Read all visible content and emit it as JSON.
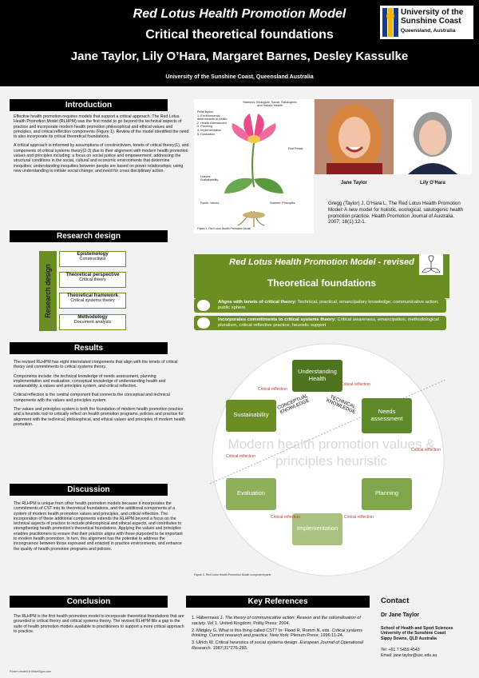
{
  "header": {
    "title": "Red Lotus Health Promotion Model",
    "subtitle": "Critical theoretical foundations",
    "authors": "Jane Taylor, Lily O’Hara, Margaret Barnes, Desley Kassulke",
    "institution": "University of the Sunshine Coast, Queensland Australia",
    "logo_line1": "University of the",
    "logo_line2": "Sunshine Coast",
    "logo_line3": "Queensland, Australia"
  },
  "intro": {
    "heading": "Introduction",
    "p1": "Effective health promotion requires models that support a critical approach. The Red Lotus Health Promotion Model (RLHPM) was the first model to go beyond the technical aspects of practice and incorporate modern health promotion philosophical and ethical values and principles, and critical reflection components (Figure 1). Review of the model identified the need to also incorporate its critical theoretical foundations.",
    "p2": "A critical approach is informed by assumptions of constructivism, tenets of critical theory(1), and components of critical systems theory(2-3) due to their alignment with modern health promotion values and principles including: a focus on social justice and empowerment; addressing the structural conditions in the social, cultural and economic environments that determine inequities; understanding inequities between people are based on power relationships; using new understanding to initiate social change; and need for cross disciplinary action."
  },
  "lotus_labels": [
    "Petal layers",
    "1. Environmental determinants of health",
    "2. Health Assessment",
    "3. Planning",
    "4. Implementation",
    "5. Evaluation",
    "Stamen: Principles",
    "Leaves: Sustainability",
    "Roots: Values",
    "Red Petals",
    "Stamen: Principles",
    "Figure 1. Red Lotus Health Promotion Model"
  ],
  "lotus_top": "Stamens: Biological, Social, Salutogenic and Holistic Health",
  "photos": {
    "p1": "Jane Taylor",
    "p2": "Lily O’Hara"
  },
  "citation": "Gregg (Taylor) J, O'Hara L. The Red Lotus Health Promotion Model: A new model for holistic, ecological, salutogenic health promotion practice. Health Promotion Journal of Australia. 2007; 18(1):12-1.",
  "research": {
    "heading": "Research design",
    "side": "Research design",
    "items": [
      {
        "t": "Epistemology",
        "s": "Constructivist"
      },
      {
        "t": "Theoretical perspective",
        "s": "Critical theory"
      },
      {
        "t": "Theoretical framework",
        "s": "Critical systems theory"
      },
      {
        "t": "Methodology",
        "s": "Document analysis"
      }
    ]
  },
  "results": {
    "heading": "Results",
    "p1": "The revised RLHPM has eight interrelated components that align with the tenets of critical theory and commitments to critical systems theory.",
    "p2": "Components include: the technical knowledge of needs assessment, planning implementation and evaluation; conceptual knowledge of understanding health and sustainability; a values and principles system, and critical reflection.",
    "p3": "Critical reflection is the central component that connects the conceptual and technical components with the values and principles system.",
    "p4": "The values and principles system is both the foundation of modern health promotion practice and a heuristic tool to critically reflect on health promotion programs, policies and practice for alignment with the technical, philosophical, and ethical values and principles of modern health promotion."
  },
  "discussion": {
    "heading": "Discussion",
    "p1": "The RLHPM is unique from other health promotion models because it incorporates the commitments of CST into its theoretical foundations, and the additional components of a system of modern health promotion values and principles, and critical reflection. The incorporation of these additional components extends the RLHPM beyond a focus on the technical aspects of practice to include philosophical and ethical aspects, and contributes to strengthening health promotion's theoretical foundations. Applying the values and principles enables practitioners to ensure that their practice aligns with those purported to be important to modern health promotion. In turn, this alignment has the potential to address the incongruence between those espoused and enacted in practice environments, and enhance the quality of health promotion programs and policies."
  },
  "conclusion": {
    "heading": "Conclusion",
    "p1": "The RLHPM is the first health promotion model to incorporate theoretical foundations that are grounded in critical theory and critical systems theory. The revised RLHPM fills a gap in the suite of health promotion models available to practitioners to support a more critical approach to practice."
  },
  "revised": {
    "title": "Red Lotus Health Promotion Model - revised",
    "subtitle": "Theoretical foundations",
    "pill1_bold": "Aligns with tenets of critical theory:",
    "pill1_rest": " Technical, practical, emancipatory knowledge; communicative action; public sphere",
    "pill2_bold": "Incorporates commitments to critical systems theory:",
    "pill2_rest": " Critical awareness, emancipation, methodological pluralism, critical reflective practice, heuristic support"
  },
  "diagram": {
    "center_text": "Modern health promotion values & principles heuristic",
    "nodes": {
      "understanding": "Understanding Health",
      "needs": "Needs assessment",
      "planning": "Planning",
      "implementation": "Implementation",
      "evaluation": "Evaluation",
      "sustainability": "Sustainability"
    },
    "conceptual": "CONCEPTUAL KNOWLEDGE",
    "technical": "TECHNICAL KNOWLEDGE",
    "critical_reflection": "Critical reflection",
    "caption": "Figure 2. Red Lotus Health Promotion Model component parts"
  },
  "references": {
    "heading": "Key References",
    "r1a": "1. Habermass J. ",
    "r1b": "The theory of communicative action: Reason and the rationalisation of society.",
    "r1c": " Vol 1. United Kingdom: Polity Press; 2004.",
    "r2a": "2. Midgley G. What is this thing called CST? In: Flood R, Romm N, eds. ",
    "r2b": "Critical systems thinking: Current research and practice.",
    "r2c": " New York: Plenum Press; 1996:11-24.",
    "r3a": "3. Ulrich W. Critical heuristics of social systems design. ",
    "r3b": "European Journal of Operational Research.",
    "r3c": " 1987;31*276-283."
  },
  "contact": {
    "heading": "Contact",
    "name": "Dr Jane Taylor",
    "l1": "School of Health and Sport Sciences",
    "l2": "University of the Sunshine Coast",
    "l3": "Sippy Downs, QLD Australia",
    "tel": "Tel: +61 7 5459 4543",
    "email": "Email: jane.taylor@usc.edu.au"
  },
  "footnote": "Poster created in MakeSigns.com",
  "colors": {
    "green": "#6b8e23",
    "green_light": "#8fb24a",
    "red": "#c0392b",
    "black": "#000000"
  }
}
